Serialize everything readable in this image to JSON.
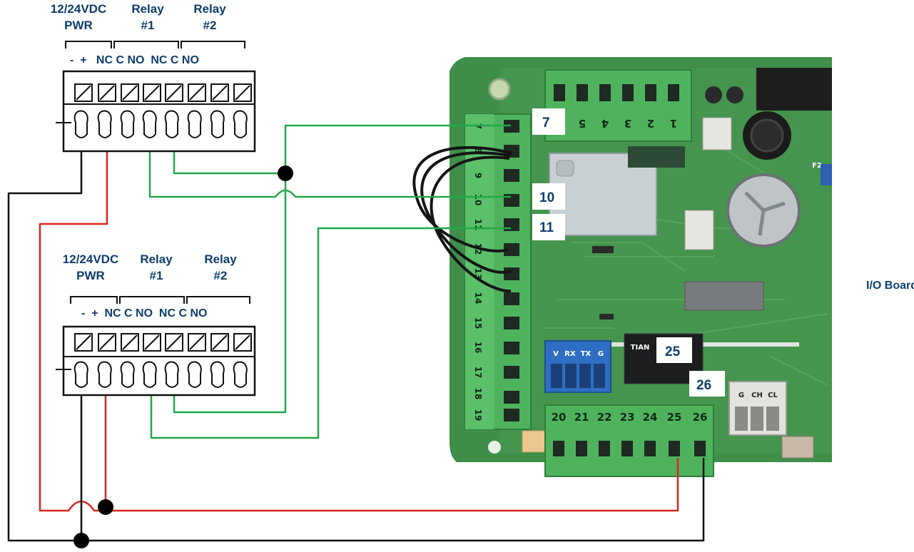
{
  "block_top": {
    "pwr_line1": "12/24VDC",
    "pwr_line2": "PWR",
    "relay1_line1": "Relay",
    "relay1_line2": "#1",
    "relay2_line1": "Relay",
    "relay2_line2": "#2",
    "terminals": "-  +   NC C NO  NC C NO"
  },
  "block_bottom": {
    "pwr_line1": "12/24VDC",
    "pwr_line2": "PWR",
    "relay1_line1": "Relay",
    "relay1_line2": "#1",
    "relay2_line1": "Relay",
    "relay2_line2": "#2",
    "terminals": "-  +  NC C NO  NC C NO"
  },
  "board": {
    "caption": "I/O Board",
    "callouts": [
      "7",
      "10",
      "11",
      "25",
      "26"
    ],
    "top_terminals": [
      "5",
      "4",
      "3",
      "2",
      "1"
    ],
    "side_terminals": [
      "7",
      "8",
      "9",
      "10",
      "11",
      "12",
      "13",
      "14",
      "15",
      "16",
      "17",
      "18",
      "19"
    ],
    "bottom_terminals": [
      "20",
      "21",
      "22",
      "23",
      "24",
      "25",
      "26"
    ],
    "serial_labels": [
      "V",
      "RX",
      "TX",
      "G"
    ],
    "can_labels": [
      "G",
      "CH",
      "CL"
    ],
    "relay_text": "TIAN",
    "fuse_label": "F2"
  },
  "colors": {
    "wire_green": "#21a84a",
    "wire_red": "#d8261c",
    "wire_black": "#111111",
    "label_blue": "#0f3d6e",
    "pcb_green": "#3f8f4a",
    "connector_green": "#4fb35e"
  }
}
